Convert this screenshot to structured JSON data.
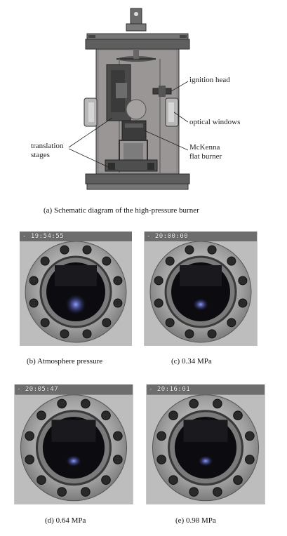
{
  "diagram": {
    "labels": {
      "ignition_head": "ignition head",
      "optical_windows": "optical windows",
      "translation_stages": "translation\nstages",
      "mckenna_burner": "McKenna\nflat burner"
    },
    "caption_a": "(a)  Schematic diagram of the high-pressure burner"
  },
  "photos": [
    {
      "timestamp": "- 19:54:55",
      "caption": "(b)  Atmosphere pressure",
      "flame_level": 1.0
    },
    {
      "timestamp": "- 20:00:00",
      "caption": "(c)  0.34 MPa",
      "flame_level": 0.45
    },
    {
      "timestamp": "- 20:05:47",
      "caption": "(d)  0.64 MPa",
      "flame_level": 0.35
    },
    {
      "timestamp": "- 20:16:01",
      "caption": "(e)  0.98 MPa",
      "flame_level": 0.3
    }
  ]
}
